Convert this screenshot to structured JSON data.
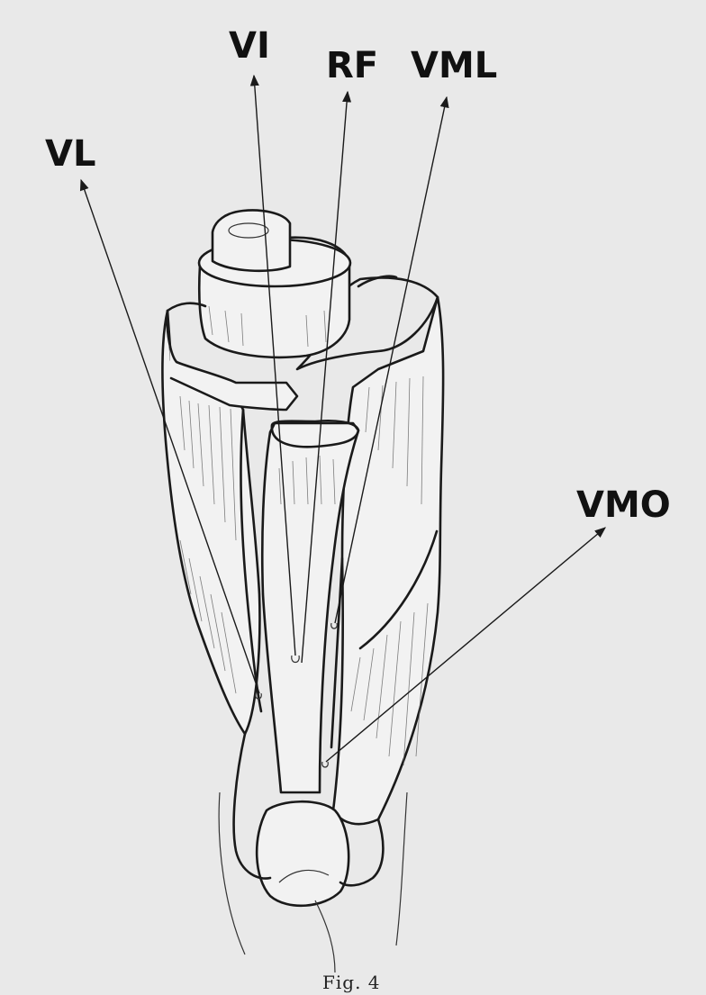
{
  "figure": {
    "caption": "Fig. 4",
    "labels": {
      "vl": "VL",
      "vi": "VI",
      "rf": "RF",
      "vml": "VML",
      "vmo": "VMO"
    }
  }
}
